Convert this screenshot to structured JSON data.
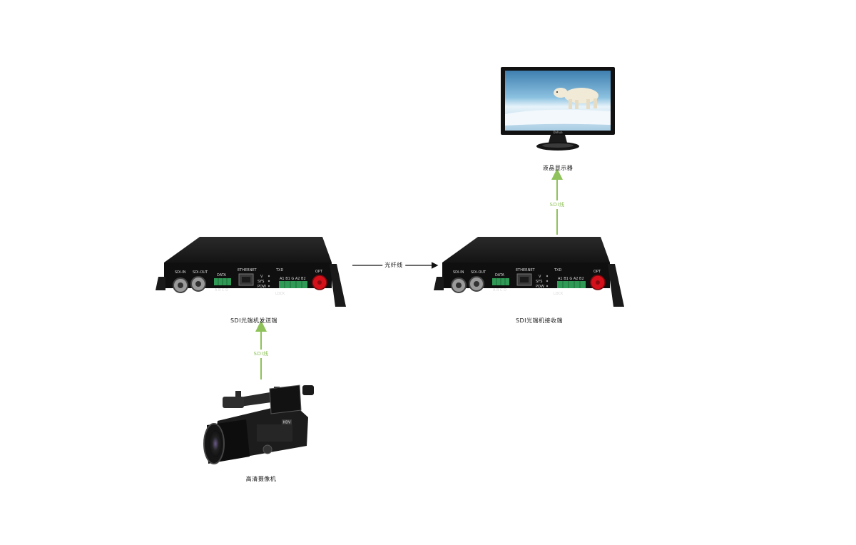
{
  "nodes": {
    "monitor": {
      "label": "液晶显示器",
      "brand": "Dahua"
    },
    "receiver": {
      "label": "SDI光端机接收端"
    },
    "transmitter": {
      "label": "SDI光端机发送端"
    },
    "camera": {
      "label": "高清摄像机",
      "badge": "HDV"
    }
  },
  "links": {
    "fiber": "光纤线",
    "sdi_camera": "SDI线",
    "sdi_monitor": "SDI线"
  },
  "device_panel": {
    "sdi_in": "SDI-IN",
    "sdi_out": "SDI-OUT",
    "data": "DATA",
    "data_pins": "A B C D",
    "ethernet": "ETHERNET",
    "txd": "TXD",
    "leds": [
      "V",
      "SYS",
      "POW"
    ],
    "audio": "A1 B1 G A2 B2",
    "lock": "LOCK",
    "opt": "OPT"
  },
  "colors": {
    "sdi_arrow": "#8fc25a",
    "fiber_arrow": "#111111",
    "device_body": "#151515",
    "opt_port": "#d4101a"
  }
}
